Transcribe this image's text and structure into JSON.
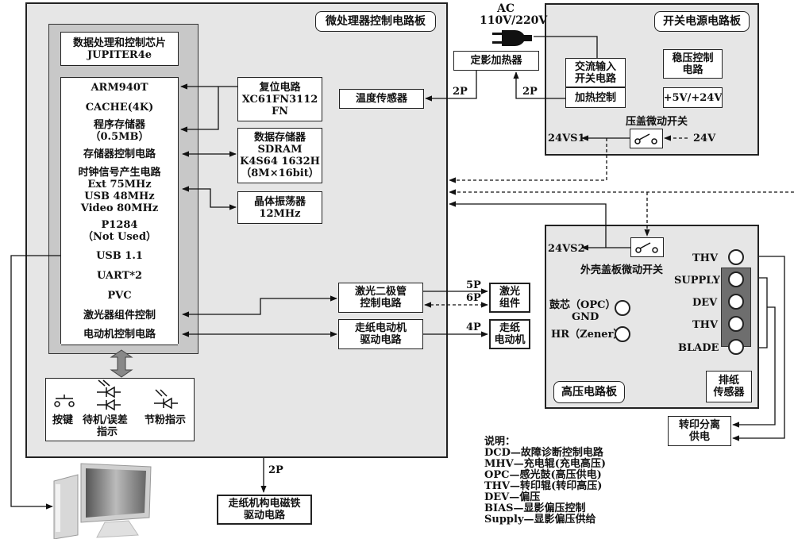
{
  "micro_board": {
    "title": "微处理器控制电路板",
    "chip": {
      "title_line1": "数据处理和控制芯片",
      "title_line2": "JUPITER4e",
      "cells": [
        {
          "line1": "ARM940T",
          "line2": ""
        },
        {
          "line1": "CACHE(4K)",
          "line2": ""
        },
        {
          "line1": "程序存储器",
          "line2": "（0.5MB）"
        },
        {
          "line1": "存储器控制电路",
          "line2": ""
        },
        {
          "line1": "时钟信号产生电路",
          "line2": "Ext 75MHz",
          "line3": "USB 48MHz",
          "line4": "Video 80MHz"
        },
        {
          "line1": "P1284",
          "line2": "（Not Used）"
        },
        {
          "line1": "USB 1.1",
          "line2": ""
        },
        {
          "line1": "UART*2",
          "line2": ""
        },
        {
          "line1": "PVC",
          "line2": ""
        },
        {
          "line1": "激光器组件控制",
          "line2": ""
        },
        {
          "line1": "电动机控制电路",
          "line2": ""
        }
      ]
    },
    "reset": {
      "line1": "复位电路",
      "line2": "XC61FN3112",
      "line3": "FN"
    },
    "sdram": {
      "line1": "数据存储器",
      "line2": "SDRAM",
      "line3": "K4S64 1632H",
      "line4": "（8M×16bit）"
    },
    "crystal": {
      "line1": "晶体振荡器",
      "line2": "12MHz"
    },
    "temp_sensor": "温度传感器",
    "laser_driver": {
      "line1": "激光二极管",
      "line2": "控制电路"
    },
    "motor_driver": {
      "line1": "走纸电动机",
      "line2": "驱动电路"
    },
    "panel": {
      "button": "按键",
      "standby_line1": "待机/误差",
      "standby_line2": "指示",
      "toner": "节粉指示"
    }
  },
  "external": {
    "ac_line1": "AC",
    "ac_line2": "110V/220V",
    "fuser_heater": "定影加热器",
    "laser_unit": {
      "line1": "激光",
      "line2": "组件"
    },
    "paper_motor": {
      "line1": "走纸",
      "line2": "电动机"
    },
    "solenoid": {
      "line1": "走纸机构电磁铁",
      "line2": "驱动电路"
    },
    "transfer_sep": {
      "line1": "转印分离",
      "line2": "供电"
    }
  },
  "connectors": {
    "temp_2p": "2P",
    "heat_2p": "2P",
    "laser_5p": "5P",
    "laser_6p": "6P",
    "motor_4p": "4P",
    "solenoid_2p": "2P"
  },
  "psu_board": {
    "title": "开关电源电路板",
    "ac_input": {
      "line1": "交流输入",
      "line2": "开关电路"
    },
    "heat_ctrl": "加热控制",
    "regulator": {
      "line1": "稳压控制",
      "line2": "电路"
    },
    "rails": "+5V/+24V",
    "lid_switch": "压盖微动开关",
    "out_24vs1": "24VS1",
    "in_24v": "24V"
  },
  "hv_board": {
    "title": "高压电路板",
    "out_24vs2": "24VS2",
    "cover_switch": "外壳盖板微动开关",
    "opc_line1": "鼓芯（OPC）",
    "opc_line2": "GND",
    "hr": "HR（Zener）",
    "terminals": [
      "THV",
      "SUPPLY",
      "DEV",
      "THV",
      "BLADE"
    ],
    "paper_sensor": {
      "line1": "排纸",
      "line2": "传感器"
    }
  },
  "legend": {
    "title": "说明：",
    "items": [
      "DCD—故障诊断控制电路",
      "MHV—充电辊(充电高压)",
      "OPC—感光鼓(高压供电)",
      "THV—转印辊(转印高压)",
      "DEV—偏压",
      "BIAS—显影偏压控制",
      "Supply—显影偏压供给"
    ]
  }
}
